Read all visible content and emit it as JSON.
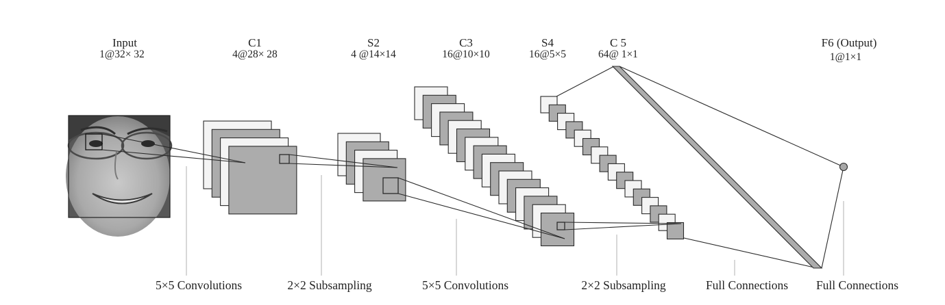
{
  "layers": [
    {
      "id": "input",
      "title": "Input",
      "dims": "1@32× 32"
    },
    {
      "id": "c1",
      "title": "C1",
      "dims": "4@28× 28"
    },
    {
      "id": "s2",
      "title": "S2",
      "dims": "4 @14×14"
    },
    {
      "id": "c3",
      "title": "C3",
      "dims": "16@10×10"
    },
    {
      "id": "s4",
      "title": "S4",
      "dims": "16@5×5"
    },
    {
      "id": "c5",
      "title": "C 5",
      "dims": "64@ 1×1"
    },
    {
      "id": "f6",
      "title": "F6 (Output)",
      "dims": "1@1×1"
    }
  ],
  "operations": [
    {
      "id": "conv1",
      "label": "5×5 Convolutions"
    },
    {
      "id": "sub1",
      "label": "2×2 Subsampling"
    },
    {
      "id": "conv2",
      "label": "5×5 Convolutions"
    },
    {
      "id": "sub2",
      "label": "2×2 Subsampling"
    },
    {
      "id": "full1",
      "label": "Full Connections"
    },
    {
      "id": "full2",
      "label": "Full Connections"
    }
  ],
  "colors": {
    "map_light": "#f4f4f4",
    "map_dark": "#acacac",
    "line": "#2a2a2a",
    "leader": "#b0b0b0"
  },
  "icons": {
    "input_image": "face-photo-icon",
    "output_node": "output-node-icon"
  }
}
